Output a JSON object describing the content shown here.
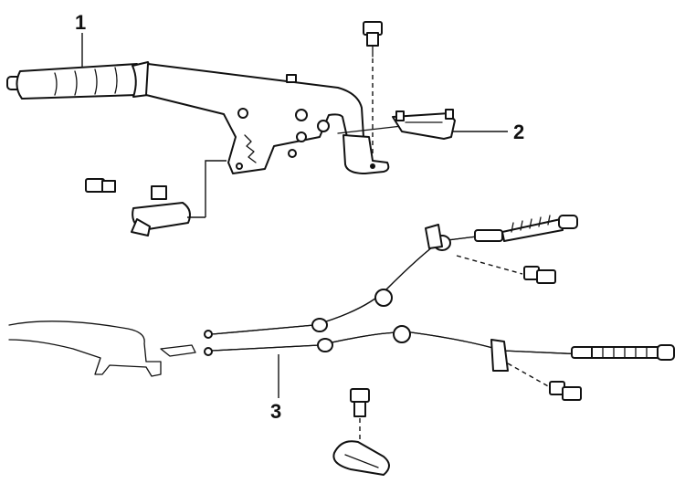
{
  "diagram": {
    "callouts": [
      {
        "id": "1",
        "label": "1"
      },
      {
        "id": "2",
        "label": "2"
      },
      {
        "id": "3",
        "label": "3"
      }
    ],
    "ink_color": "#111111",
    "background_color": "#ffffff"
  }
}
